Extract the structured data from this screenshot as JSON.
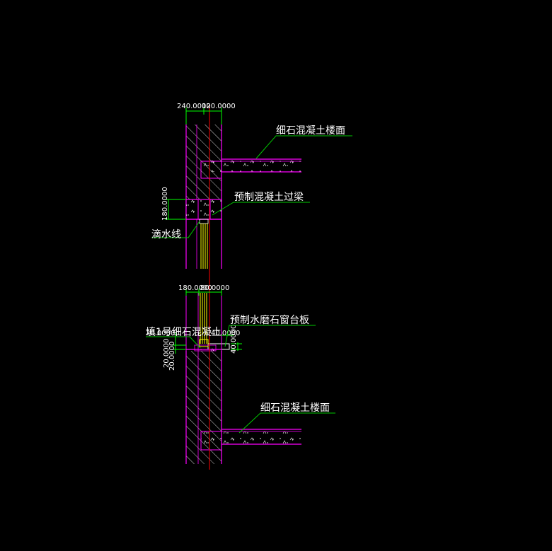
{
  "colors": {
    "background": "#000000",
    "wall_outline": "#ff00ff",
    "hatch": "#ffffff",
    "leader": "#00c800",
    "dimension": "#00ff00",
    "axis": "#ff0000",
    "glass": "#ffff00"
  },
  "labels": {
    "floor_top": "细石混凝土楼面",
    "lintel": "预制混凝土过梁",
    "drip": "滴水线",
    "sill_board": "预制水磨石窗台板",
    "fill": "填1号细石混凝土",
    "floor_bottom": "细石混凝土楼面"
  },
  "dimensions": {
    "top_left_width": "240.0000",
    "top_right_width": "120.0000",
    "lintel_height": "180.0000",
    "mid_left_width": "180.0000",
    "mid_right_width": "80.0000",
    "sill_left_small": "20.0000",
    "sill_left_a": "20.0000",
    "sill_left_b": "20.0000",
    "sill_right_small": "40.0000",
    "sill_right_height": "40.0000"
  }
}
